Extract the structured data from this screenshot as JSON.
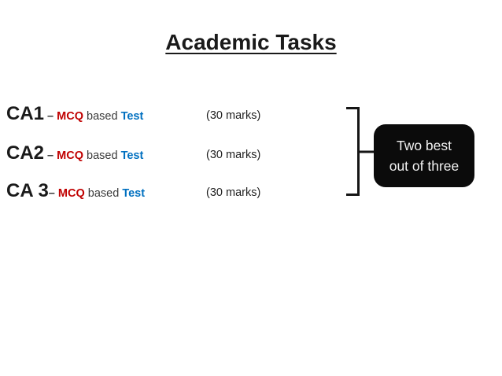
{
  "slide": {
    "title": "Academic Tasks",
    "tasks": [
      {
        "label": "CA1",
        "sep": " – ",
        "mcq": "MCQ",
        "mid": " based ",
        "test": "Test",
        "marks": "(30 marks)"
      },
      {
        "label": "CA2",
        "sep": " – ",
        "mcq": "MCQ",
        "mid": " based ",
        "test": "Test",
        "marks": "(30 marks)"
      },
      {
        "label": "CA 3",
        "sep": "– ",
        "mcq": "MCQ",
        "mid": " based ",
        "test": "Test",
        "marks": "(30 marks)"
      }
    ],
    "callout": {
      "line1": "Two best",
      "line2": "out of three"
    },
    "colors": {
      "title_text": "#1A1A1A",
      "mcq_red": "#C00000",
      "test_blue": "#0070C0",
      "body_gray": "#3A3A3A",
      "bracket": "#151515",
      "callout_bg": "#0B0B0B",
      "callout_text": "#F2F2F2",
      "background": "#FFFFFF"
    }
  }
}
